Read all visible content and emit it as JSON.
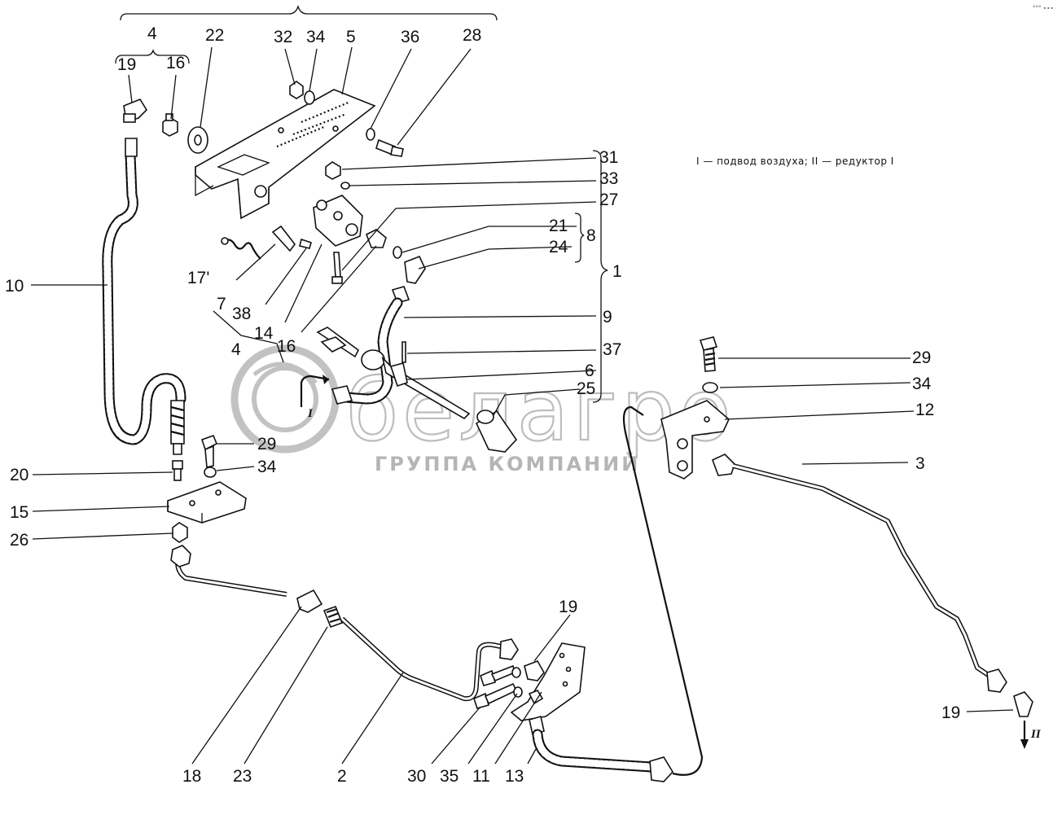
{
  "watermark": {
    "brand": "белагро",
    "tagline": "ГРУППА КОМПАНИЙ"
  },
  "legend_text": "I — подвод воздуха; II — редуктор I",
  "corner_mark": "°°° ∙∙∙",
  "callouts": [
    {
      "id": "lbl-4-top",
      "text": "4"
    },
    {
      "id": "lbl-22",
      "text": "22"
    },
    {
      "id": "lbl-32",
      "text": "32"
    },
    {
      "id": "lbl-34-top",
      "text": "34"
    },
    {
      "id": "lbl-5",
      "text": "5"
    },
    {
      "id": "lbl-36",
      "text": "36"
    },
    {
      "id": "lbl-28",
      "text": "28"
    },
    {
      "id": "lbl-19-top",
      "text": "19"
    },
    {
      "id": "lbl-16-top",
      "text": "16"
    },
    {
      "id": "lbl-31",
      "text": "31"
    },
    {
      "id": "lbl-33",
      "text": "33"
    },
    {
      "id": "lbl-27",
      "text": "27"
    },
    {
      "id": "lbl-21",
      "text": "21"
    },
    {
      "id": "lbl-8",
      "text": "8"
    },
    {
      "id": "lbl-24",
      "text": "24"
    },
    {
      "id": "lbl-1",
      "text": "1"
    },
    {
      "id": "lbl-10",
      "text": "10"
    },
    {
      "id": "lbl-17",
      "text": "17'"
    },
    {
      "id": "lbl-7",
      "text": "7"
    },
    {
      "id": "lbl-38",
      "text": "38"
    },
    {
      "id": "lbl-14",
      "text": "14"
    },
    {
      "id": "lbl-4-mid",
      "text": "4"
    },
    {
      "id": "lbl-16-mid",
      "text": "16"
    },
    {
      "id": "lbl-9",
      "text": "9"
    },
    {
      "id": "lbl-37",
      "text": "37"
    },
    {
      "id": "lbl-6",
      "text": "6"
    },
    {
      "id": "lbl-25",
      "text": "25"
    },
    {
      "id": "lbl-29-right",
      "text": "29"
    },
    {
      "id": "lbl-34-right",
      "text": "34"
    },
    {
      "id": "lbl-12",
      "text": "12"
    },
    {
      "id": "lbl-3",
      "text": "3"
    },
    {
      "id": "lbl-29-left",
      "text": "29"
    },
    {
      "id": "lbl-34-left",
      "text": "34"
    },
    {
      "id": "lbl-20",
      "text": "20"
    },
    {
      "id": "lbl-15",
      "text": "15"
    },
    {
      "id": "lbl-26",
      "text": "26"
    },
    {
      "id": "lbl-19-bottom",
      "text": "19"
    },
    {
      "id": "lbl-19-right",
      "text": "19"
    },
    {
      "id": "lbl-18",
      "text": "18"
    },
    {
      "id": "lbl-23",
      "text": "23"
    },
    {
      "id": "lbl-2",
      "text": "2"
    },
    {
      "id": "lbl-30",
      "text": "30"
    },
    {
      "id": "lbl-35",
      "text": "35"
    },
    {
      "id": "lbl-11",
      "text": "11"
    },
    {
      "id": "lbl-13",
      "text": "13"
    }
  ],
  "markers": {
    "air_inlet": "I",
    "reducer": "II"
  }
}
